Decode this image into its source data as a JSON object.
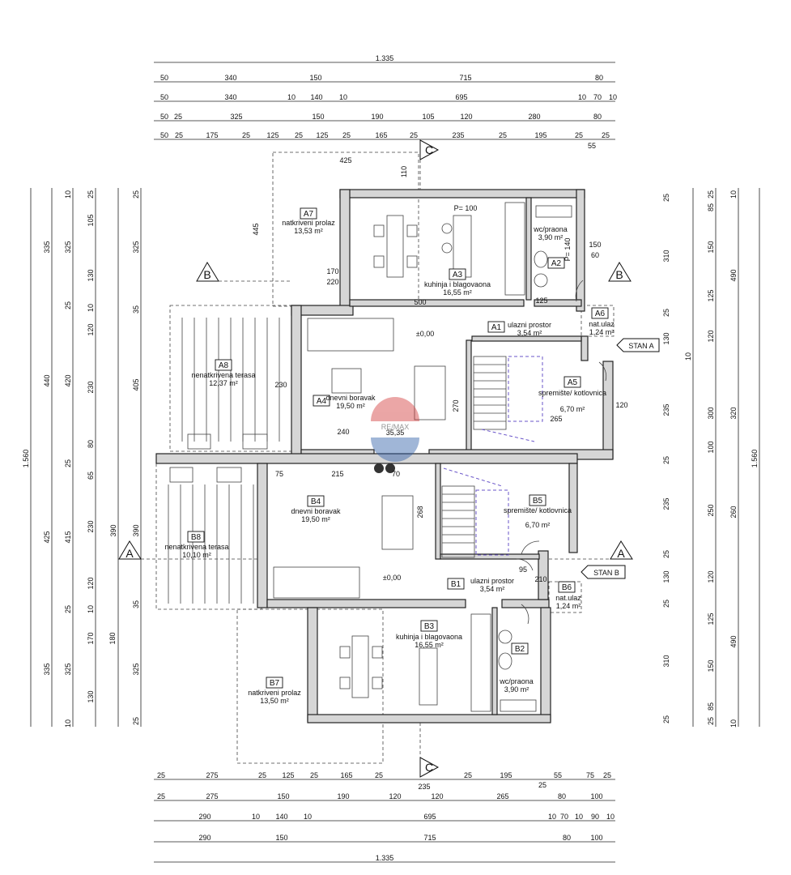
{
  "dims_top": [
    [
      "1.335"
    ],
    [
      "50",
      "340",
      "150",
      "715",
      "80"
    ],
    [
      "50",
      "340",
      "10",
      "140",
      "10",
      "695",
      "10",
      "70",
      "10"
    ],
    [
      "50",
      "25",
      "325",
      "150",
      "190",
      "105",
      "120",
      "280",
      "80"
    ],
    [
      "50",
      "25",
      "175",
      "25",
      "125",
      "25",
      "125",
      "25",
      "165",
      "25",
      "235",
      "25",
      "195",
      "25",
      "25",
      "55"
    ]
  ],
  "dims_bottom": [
    [
      "25",
      "275",
      "25",
      "125",
      "25",
      "165",
      "25",
      "235",
      "25",
      "195",
      "25",
      "55",
      "75",
      "25"
    ],
    [
      "25",
      "275",
      "150",
      "190",
      "120",
      "120",
      "265",
      "80",
      "100"
    ],
    [
      "290",
      "10",
      "140",
      "10",
      "695",
      "10",
      "70",
      "10",
      "90",
      "10"
    ],
    [
      "290",
      "150",
      "715",
      "80",
      "100"
    ],
    [
      "1.335"
    ]
  ],
  "dims_left": [
    [
      "1.560"
    ],
    [
      "335",
      "440",
      "425",
      "335"
    ],
    [
      "10",
      "325",
      "25",
      "420",
      "25",
      "415",
      "25",
      "325",
      "10"
    ],
    [
      "25",
      "105",
      "130",
      "10",
      "120",
      "230",
      "80",
      "65",
      "230",
      "120",
      "10",
      "170",
      "180",
      "130"
    ],
    [
      "25",
      "325",
      "35",
      "405",
      "390",
      "390",
      "35",
      "325",
      "25"
    ]
  ],
  "dims_right": [
    [
      "1.560"
    ],
    [
      "10",
      "490",
      "320",
      "260",
      "490",
      "10"
    ],
    [
      "25",
      "85",
      "150",
      "125",
      "120",
      "300",
      "100",
      "250",
      "120",
      "125",
      "150",
      "85",
      "25"
    ],
    [
      "25",
      "310",
      "25",
      "130",
      "10",
      "235",
      "25",
      "235",
      "25",
      "130",
      "25",
      "310",
      "25"
    ]
  ],
  "sections": {
    "a": "A",
    "b": "B",
    "c": "C"
  },
  "stan": {
    "a": "STAN A",
    "b": "STAN B"
  },
  "rooms": [
    {
      "code": "A7",
      "name": "natkriveni prolaz",
      "area": "13,53 m²"
    },
    {
      "code": "A3",
      "name": "kuhinja i blagovaona",
      "area": "16,55 m²"
    },
    {
      "code": "A2",
      "name": "wc/praona",
      "area": "3,90 m²"
    },
    {
      "code": "A1",
      "name": "ulazni prostor",
      "area": "3,54 m²"
    },
    {
      "code": "A6",
      "name": "nat.ulaz",
      "area": "1,24 m²"
    },
    {
      "code": "A8",
      "name": "nenatkrivena terasa",
      "area": "12,37 m²"
    },
    {
      "code": "A4",
      "name": "dnevni boravak",
      "area": "19,50 m²"
    },
    {
      "code": "A5",
      "name": "spremište/ kotlovnica",
      "area": "6,70 m²"
    },
    {
      "code": "B8",
      "name": "nenatkrivena terasa",
      "area": "10,10 m²"
    },
    {
      "code": "B4",
      "name": "dnevni boravak",
      "area": "19,50 m²"
    },
    {
      "code": "B5",
      "name": "spremište/ kotlovnica",
      "area": "6,70 m²"
    },
    {
      "code": "B1",
      "name": "ulazni prostor",
      "area": "3,54 m²"
    },
    {
      "code": "B6",
      "name": "nat.ulaz",
      "area": "1,24 m²"
    },
    {
      "code": "B3",
      "name": "kuhinja i blagovaona",
      "area": "16,55 m²"
    },
    {
      "code": "B2",
      "name": "wc/praona",
      "area": "3,90 m²"
    },
    {
      "code": "B7",
      "name": "natkriveni prolaz",
      "area": "13,50 m²"
    }
  ],
  "inner_labels": {
    "p100": "P= 100",
    "p140": "P= 140",
    "w425": "425",
    "h445": "445",
    "h110": "110",
    "w500": "500",
    "h270": "270",
    "h268": "268",
    "w240": "240",
    "w215": "215",
    "w265": "265",
    "h150": "150",
    "h60": "60",
    "h120": "120",
    "w125": "125",
    "h170": "170",
    "h220": "220",
    "h230": "230",
    "lvl": "±0,00",
    "lvl2": "±0,00",
    "w75": "75",
    "w70": "70",
    "w95": "95",
    "w210": "210",
    "v3535": "35,35"
  },
  "watermark": "RE/MAX"
}
